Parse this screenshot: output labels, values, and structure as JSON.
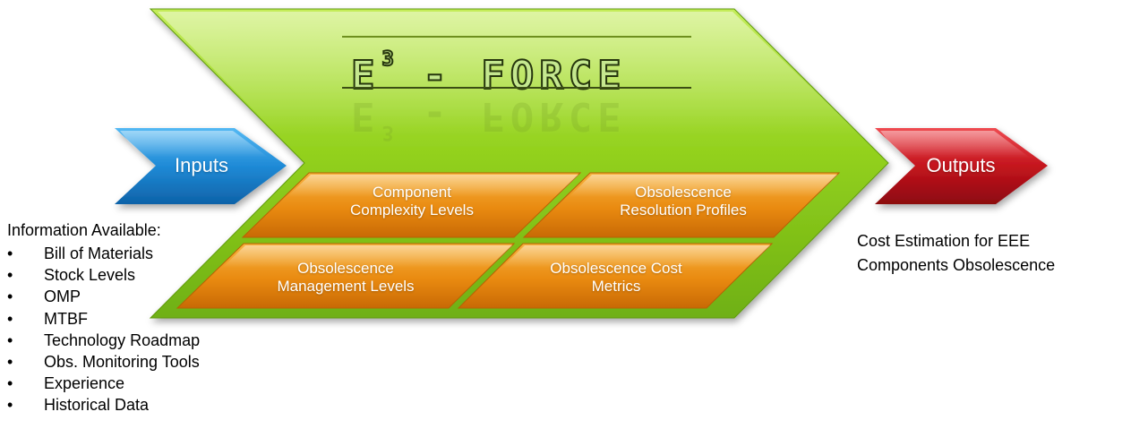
{
  "logo": {
    "text": "E³ - FORCE"
  },
  "arrows": {
    "inputs": {
      "label": "Inputs",
      "color": "#1f8ad6"
    },
    "outputs": {
      "label": "Outputs",
      "color": "#c4141d"
    }
  },
  "main_shape": {
    "color": "#8fd11d"
  },
  "boxes": [
    {
      "label": "Component Complexity Levels",
      "line1": "Component",
      "line2": "Complexity Levels"
    },
    {
      "label": "Obsolescence Resolution Profiles",
      "line1": "Obsolescence",
      "line2": "Resolution Profiles"
    },
    {
      "label": "Obsolescence Management Levels",
      "line1": "Obsolescence",
      "line2": "Management Levels"
    },
    {
      "label": "Obsolescence Cost Metrics",
      "line1": "Obsolescence Cost",
      "line2": "Metrics"
    }
  ],
  "box_color": "#e98a10",
  "inputs_info": {
    "title": "Information Available:",
    "items": [
      "Bill of Materials",
      "Stock Levels",
      "OMP",
      "MTBF",
      "Technology Roadmap",
      "Obs. Monitoring Tools",
      "Experience",
      "Historical Data"
    ]
  },
  "outputs_info": {
    "line1": "Cost Estimation for EEE",
    "line2": "Components Obsolescence"
  }
}
